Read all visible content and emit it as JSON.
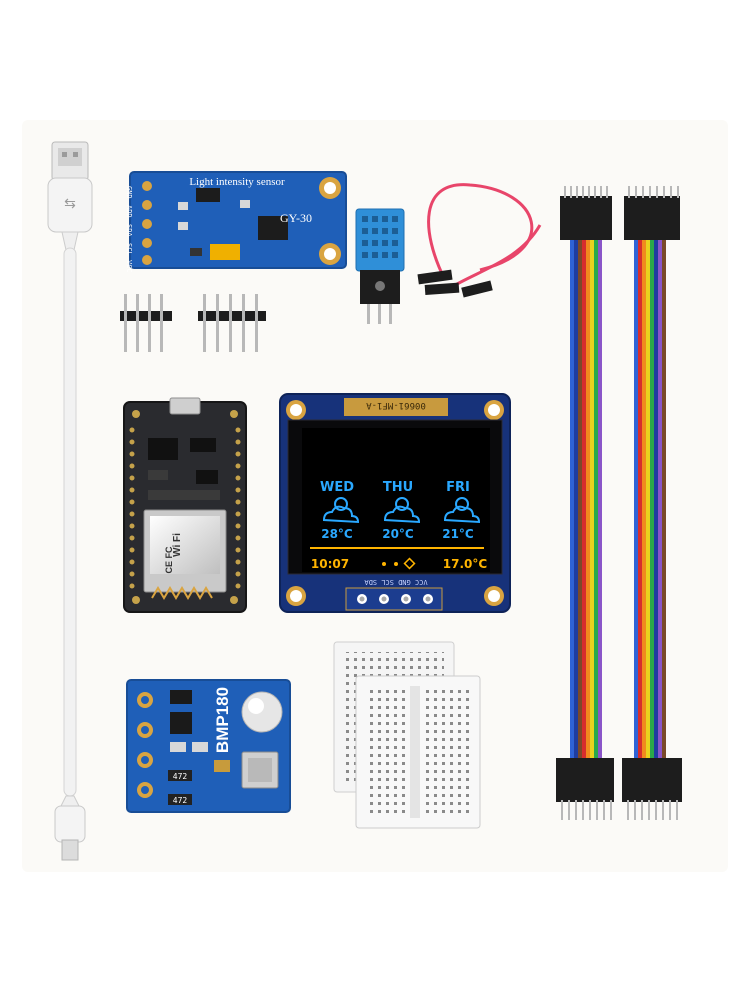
{
  "colors": {
    "backdrop": "#fbfaf7",
    "pcb_blue": "#1f5fb8",
    "pcb_black": "#2a2b2f",
    "oled_blue": "#2aa8ff",
    "oled_yellow": "#ffb400",
    "jumper_pink": "#e8456a"
  },
  "light_sensor": {
    "title": "Light intensity sensor",
    "model": "GY-30",
    "pins": [
      "GND",
      "ADD",
      "SDA",
      "SCL",
      "VCC"
    ]
  },
  "oled": {
    "ribbon_text": "00661-MF1-A",
    "pins_text": "VCC GND SCL SDA",
    "forecast": [
      {
        "day": "WED",
        "temp": "28°C"
      },
      {
        "day": "THU",
        "temp": "20°C"
      },
      {
        "day": "FRI",
        "temp": "21°C"
      }
    ],
    "time": "10:07",
    "reading": "17.0°C"
  },
  "esp_module": {
    "wifi_label": "Wi Fi",
    "cert_label": "CE FC"
  },
  "pressure_sensor": {
    "model": "BMP180",
    "resistor_a": "472",
    "resistor_b": "472"
  }
}
